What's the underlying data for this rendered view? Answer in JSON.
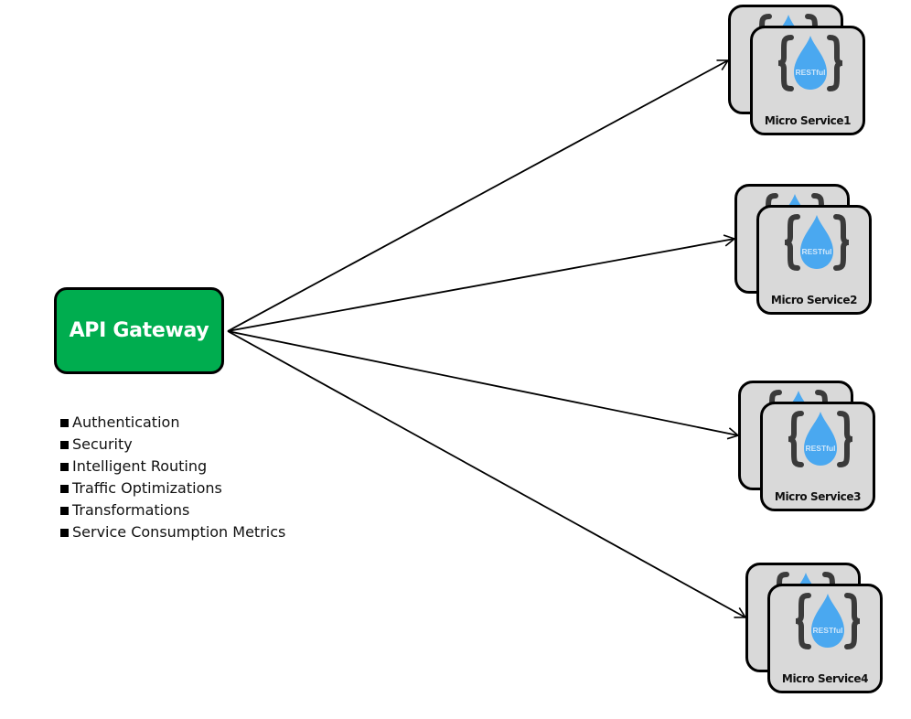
{
  "gateway": {
    "label": "API Gateway",
    "color": "#00ad4f"
  },
  "features": [
    "Authentication",
    "Security",
    "Intelligent Routing",
    "Traffic Optimizations",
    "Transformations",
    "Service Consumption Metrics"
  ],
  "services": [
    {
      "label": "Micro Service1",
      "badge": "RESTful"
    },
    {
      "label": "Micro Service2",
      "badge": "RESTful"
    },
    {
      "label": "Micro Service3",
      "badge": "RESTful"
    },
    {
      "label": "Micro Service4",
      "badge": "RESTful"
    }
  ],
  "colors": {
    "card_fill": "#d9d9d9",
    "drop": "#4aa8f0",
    "brace": "#3a3a3a"
  }
}
